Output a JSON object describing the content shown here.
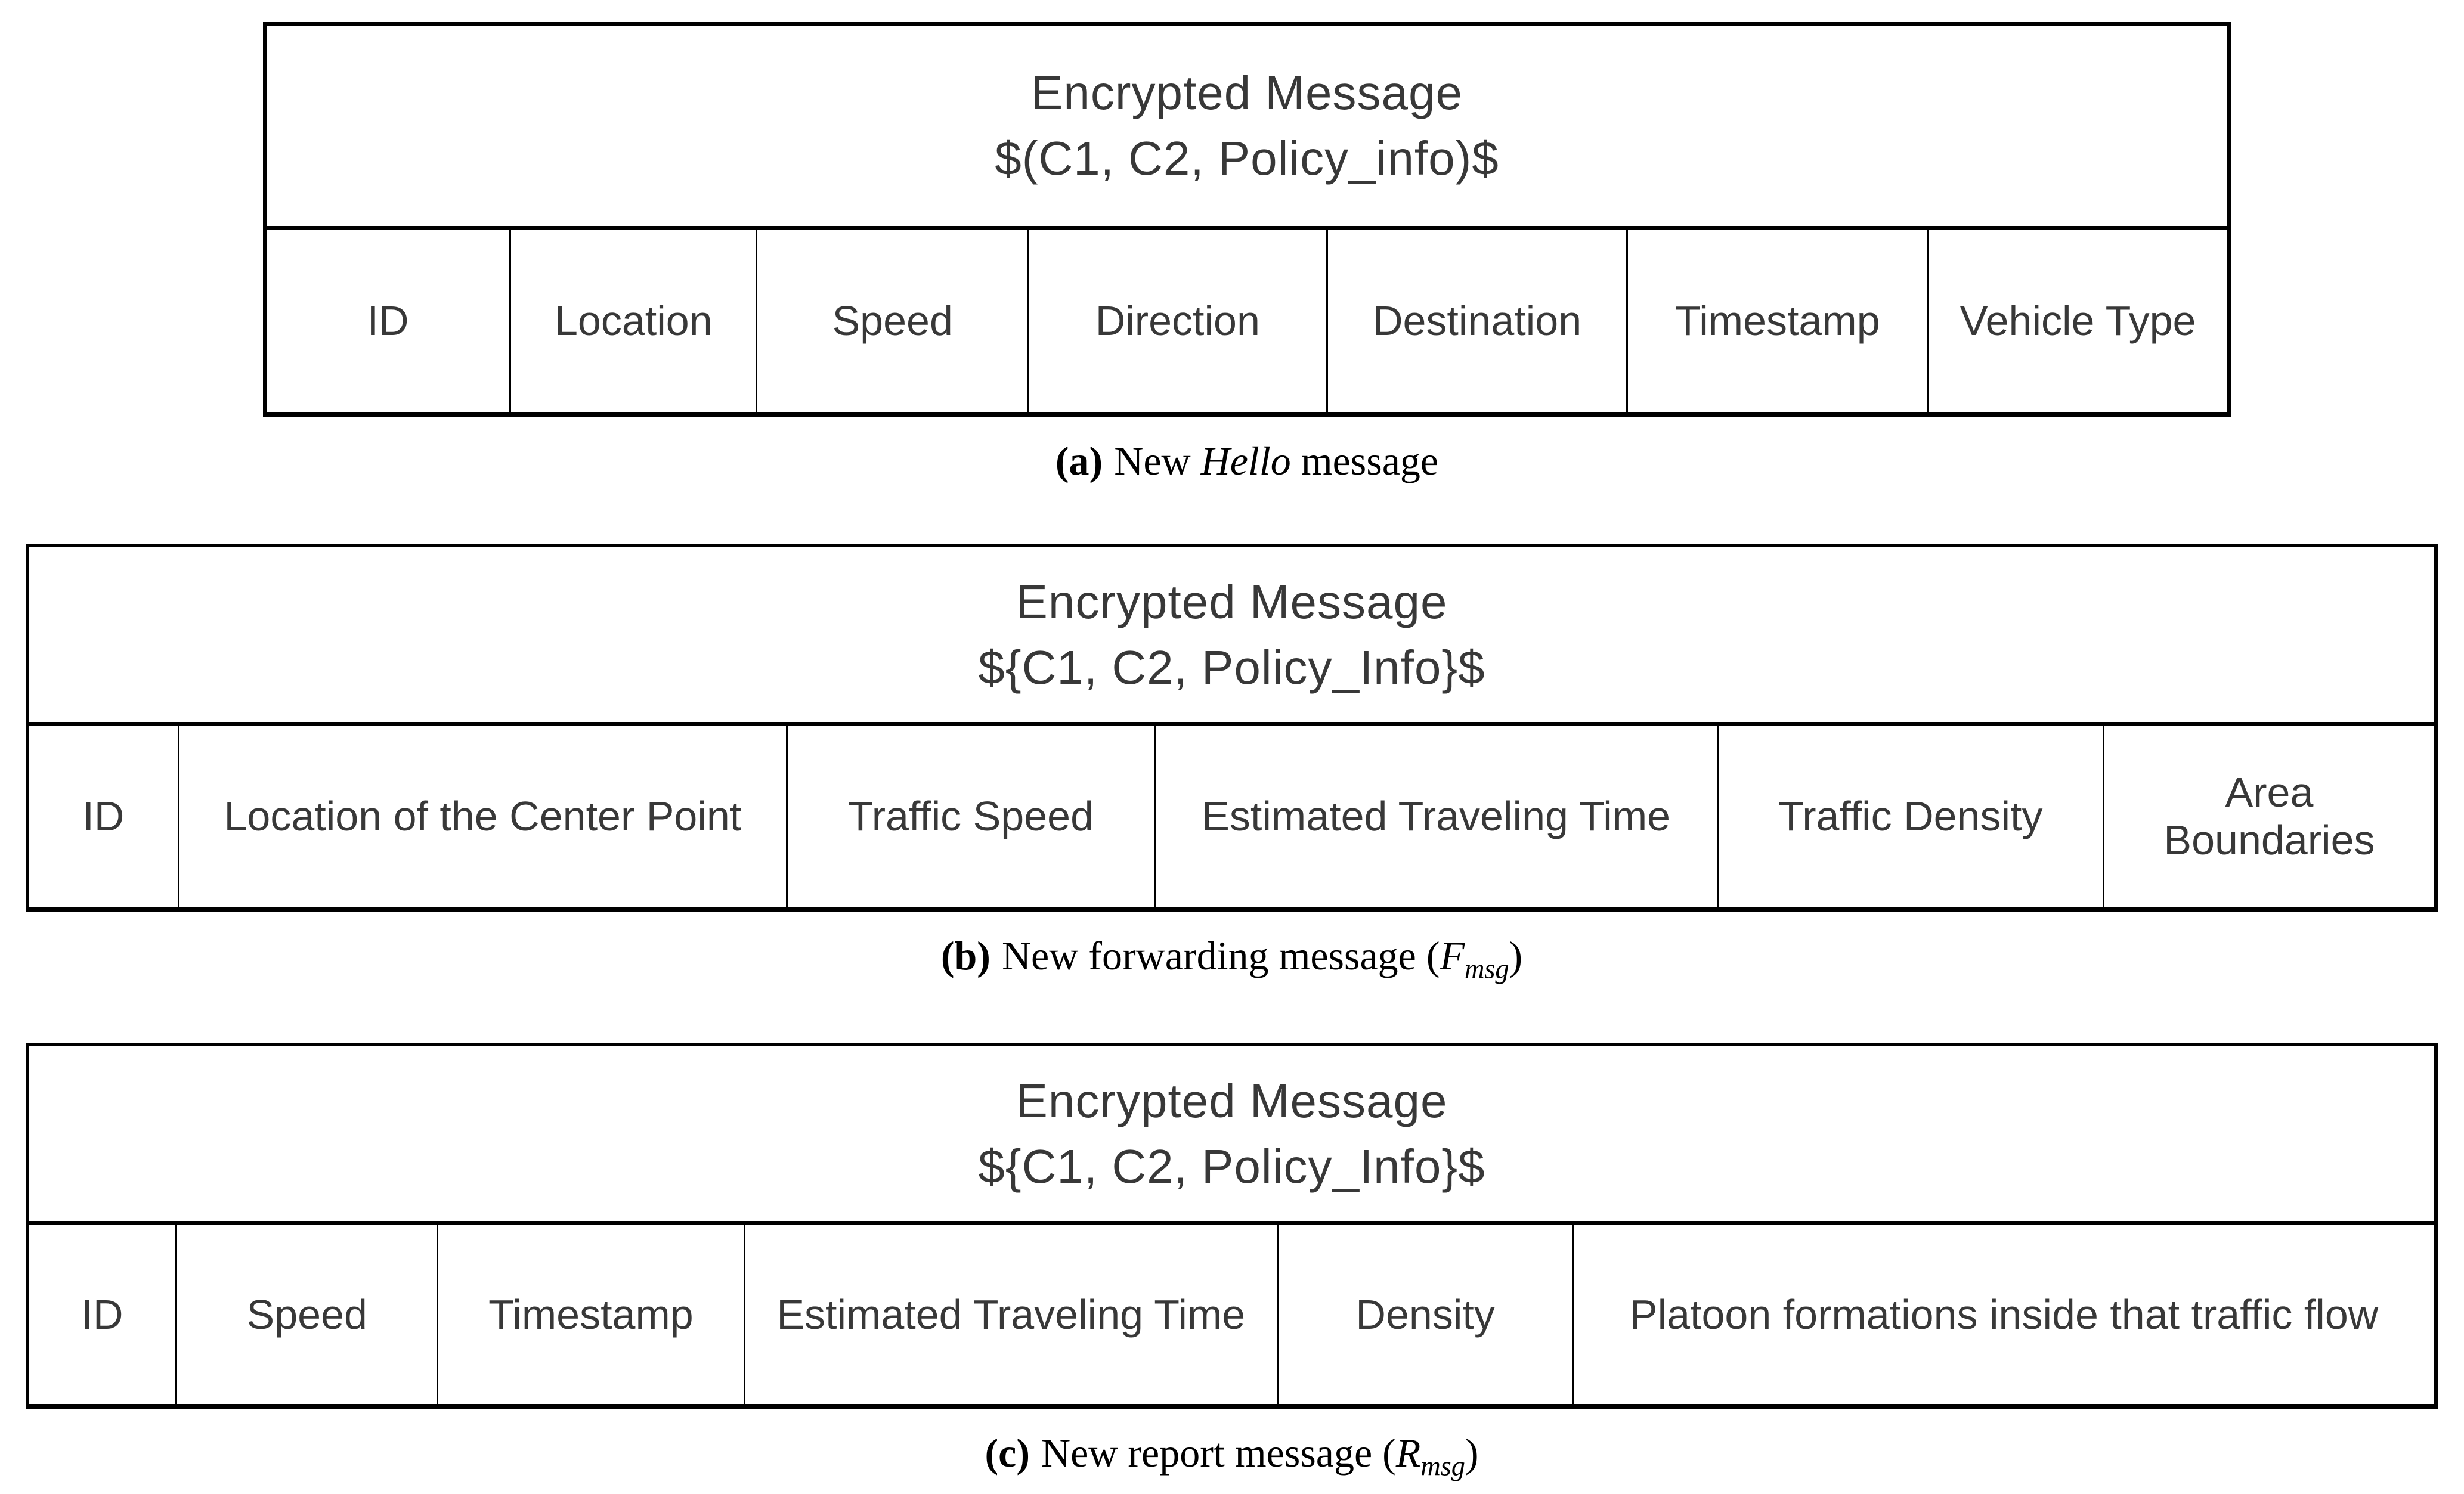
{
  "colors": {
    "background": "#ffffff",
    "table_text": "#383838",
    "caption_text": "#000000",
    "border": "#000000"
  },
  "figures": [
    {
      "name": "new-hello-message",
      "header_line1": "Encrypted Message",
      "header_line2": "$(C1, C2, Policy_info)$",
      "fields": [
        "ID",
        "Location",
        "Speed",
        "Direction",
        "Destination",
        "Timestamp",
        "Vehicle Type"
      ],
      "caption": {
        "label": "(a)",
        "text": "New ",
        "var": "Hello",
        "sub": "",
        "end": " message"
      }
    },
    {
      "name": "new-forwarding-message",
      "header_line1": "Encrypted Message",
      "header_line2": "${C1, C2, Policy_Info}$",
      "fields": [
        "ID",
        "Location of the Center Point",
        "Traffic Speed",
        "Estimated Traveling Time",
        "Traffic Density",
        "Area Boundaries"
      ],
      "caption": {
        "label": "(b)",
        "text": "New forwarding message (",
        "var": "F",
        "sub": "msg",
        "end": ")"
      }
    },
    {
      "name": "new-report-message",
      "header_line1": "Encrypted Message",
      "header_line2": "${C1, C2, Policy_Info}$",
      "fields": [
        "ID",
        "Speed",
        "Timestamp",
        "Estimated Traveling Time",
        "Density",
        "Platoon formations inside that traffic flow"
      ],
      "caption": {
        "label": "(c)",
        "text": "New report message (",
        "var": "R",
        "sub": "msg",
        "end": ")"
      }
    }
  ]
}
